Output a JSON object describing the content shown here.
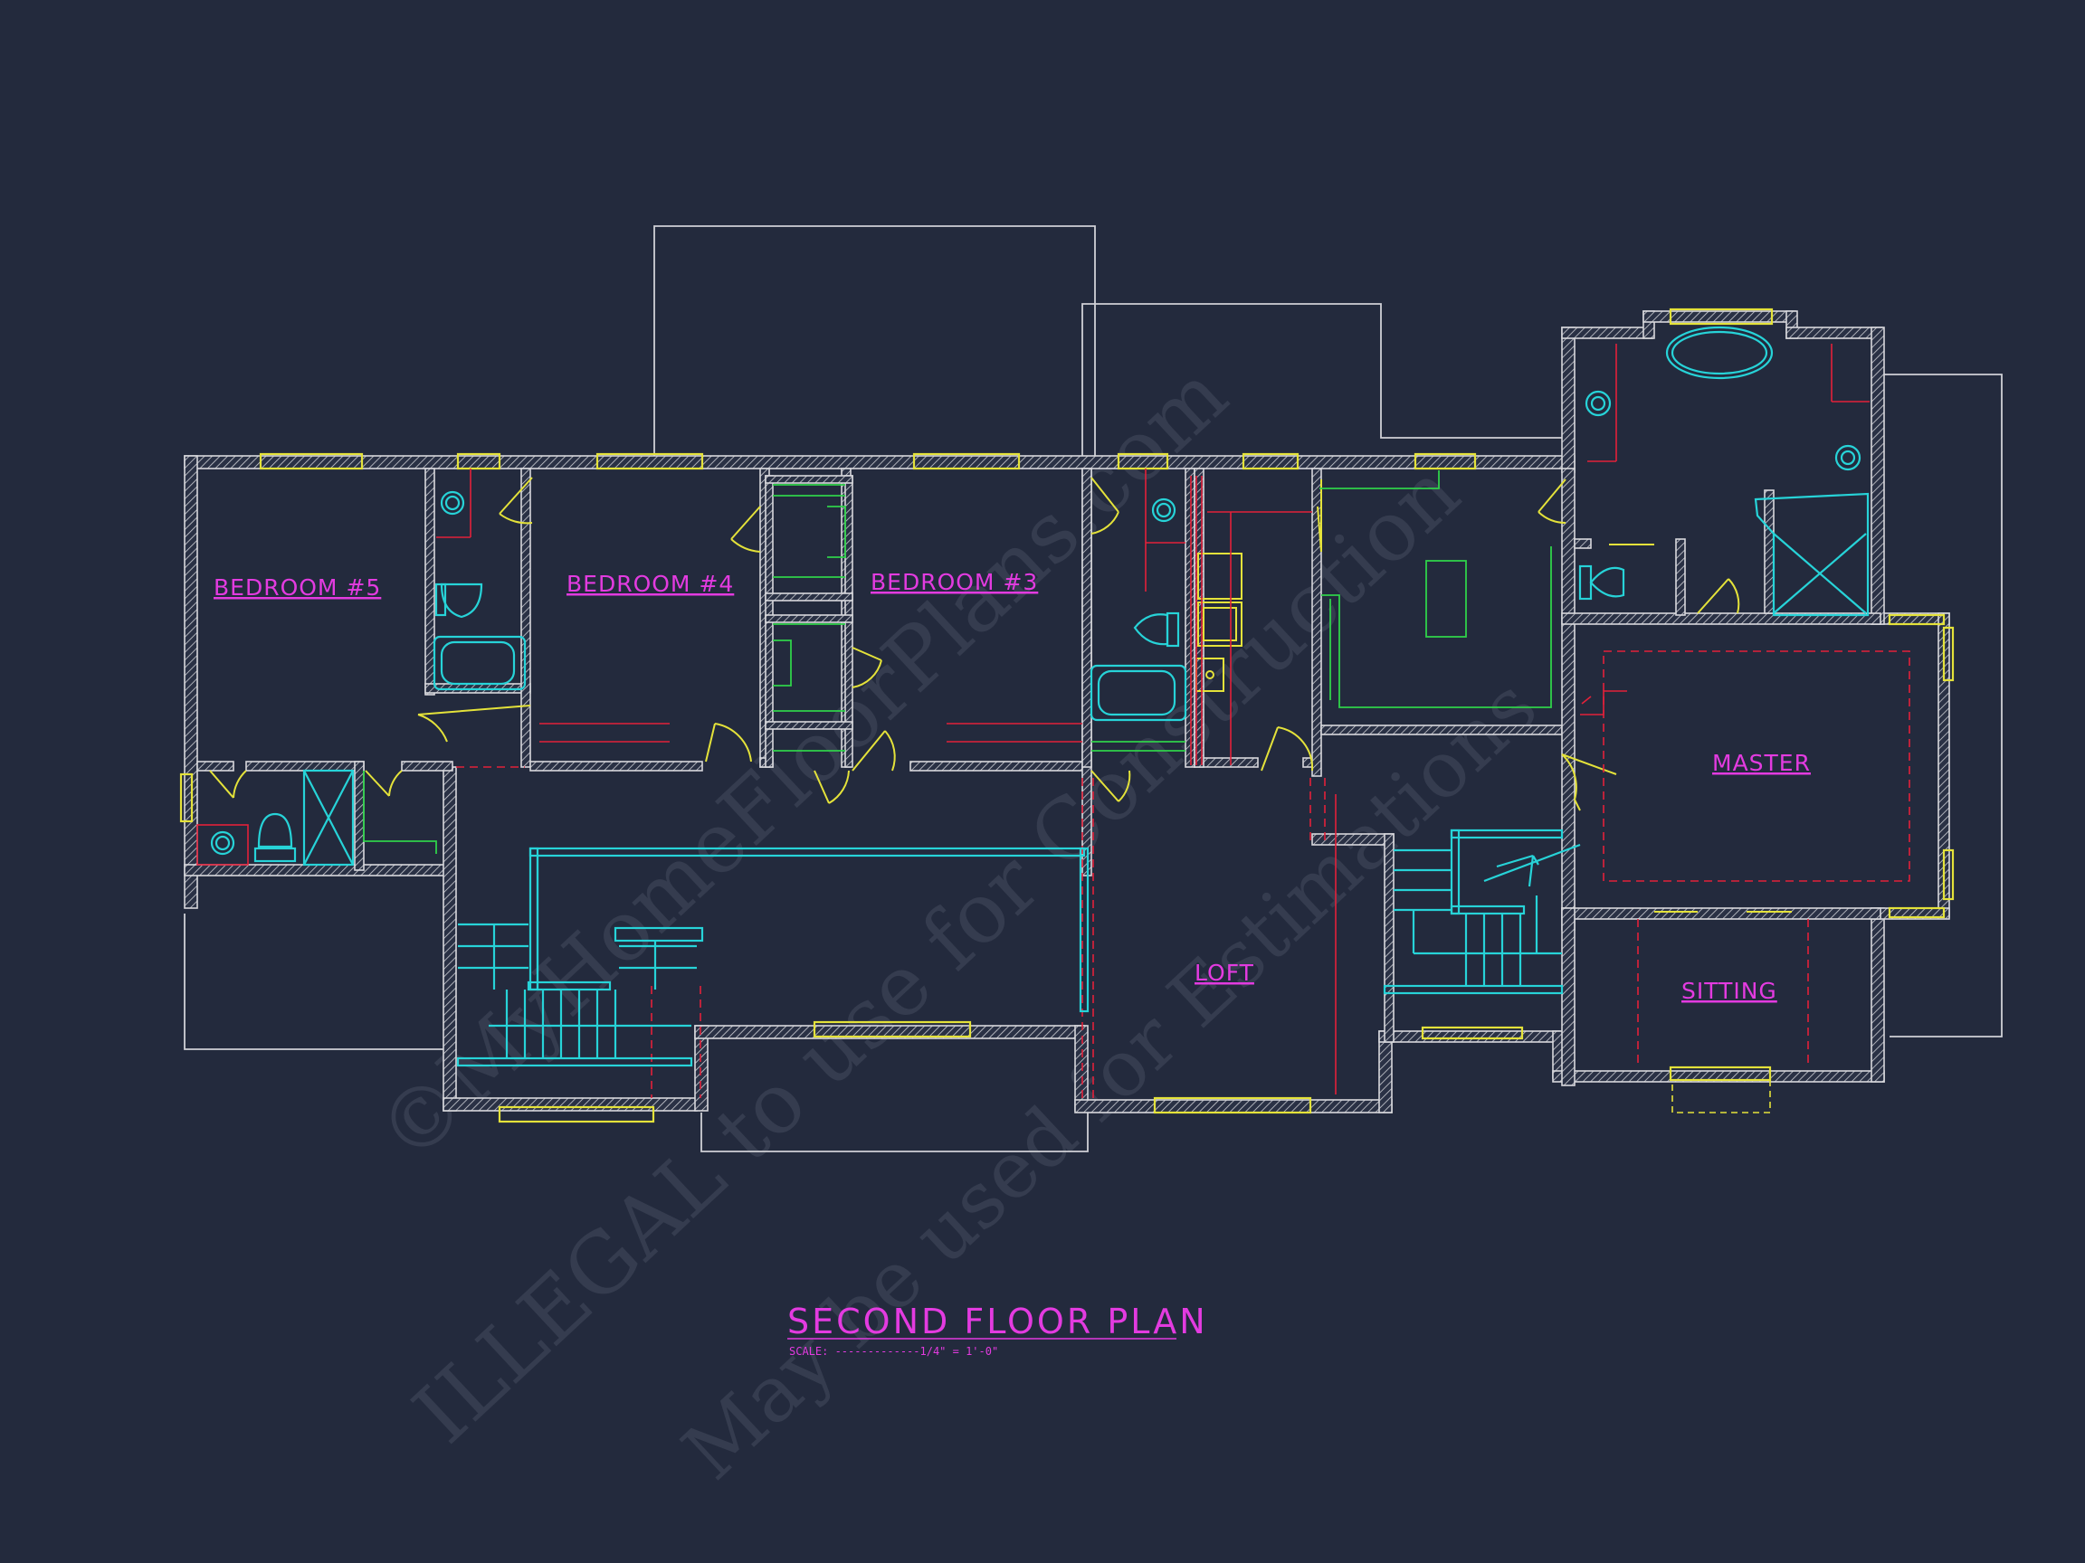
{
  "rooms": {
    "bedroom5": "BEDROOM #5",
    "bedroom4": "BEDROOM #4",
    "bedroom3": "BEDROOM #3",
    "master": "MASTER",
    "loft": "LOFT",
    "sitting": "SITTING"
  },
  "title": "SECOND FLOOR PLAN",
  "scale": "SCALE: -------------1/4\" = 1'-0\"",
  "watermark": {
    "line1": "©MyHomeFloorPlans.com",
    "line2": "ILLEGAL to use for Construction",
    "line3": "May be used for Estimations"
  },
  "colors": {
    "background": "#232a3d",
    "walls": "#d8d8dc",
    "windows_doors": "#e4e23a",
    "fixtures": "#27d3d8",
    "cabinets": "#2fd14a",
    "dimensions": "#e2213a",
    "labels": "#e33be0"
  }
}
